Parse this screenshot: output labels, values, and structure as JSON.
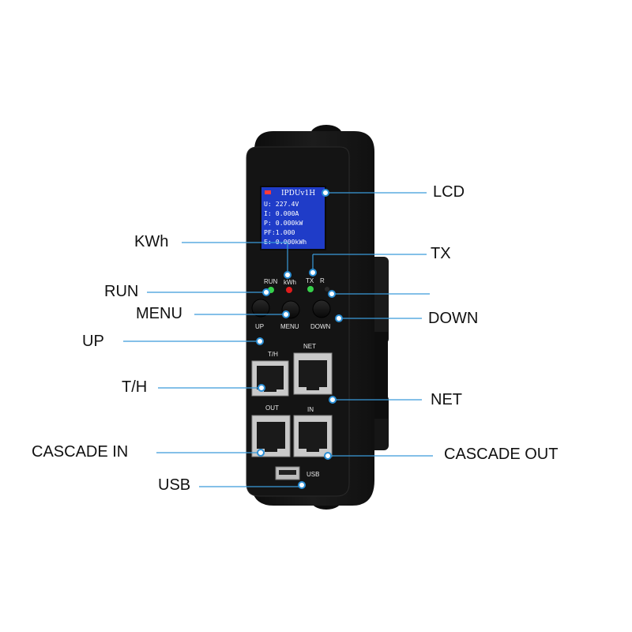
{
  "callouts": {
    "lcd": "LCD",
    "kwh": "KWh",
    "tx": "TX",
    "run": "RUN",
    "menu": "MENU",
    "down": "DOWN",
    "up": "UP",
    "th": "T/H",
    "net": "NET",
    "cascade_in": "CASCADE IN",
    "cascade_out": "CASCADE OUT",
    "usb": "USB"
  },
  "device": {
    "led_labels": {
      "run": "RUN",
      "kwh": "kWh",
      "tx": "TX",
      "r": "R"
    },
    "button_labels": {
      "up": "UP",
      "menu": "MENU",
      "down": "DOWN"
    },
    "port_labels": {
      "th": "T/H",
      "net": "NET",
      "out": "OUT",
      "in": "IN",
      "usb": "USB"
    },
    "lcd": {
      "title": "IPDUv1H",
      "lines": [
        "U: 227.4V",
        "I: 0.000A",
        "P: 0.000kW",
        "PF:1.000",
        "E: 0.000kWh"
      ]
    }
  },
  "colors": {
    "callout_line": "#3a9ad9",
    "dot": "#2b8fd6",
    "device_body": "#151515",
    "lcd_background": "#1f3cc8",
    "led_green": "#36d14a",
    "led_red": "#e01c1c"
  }
}
